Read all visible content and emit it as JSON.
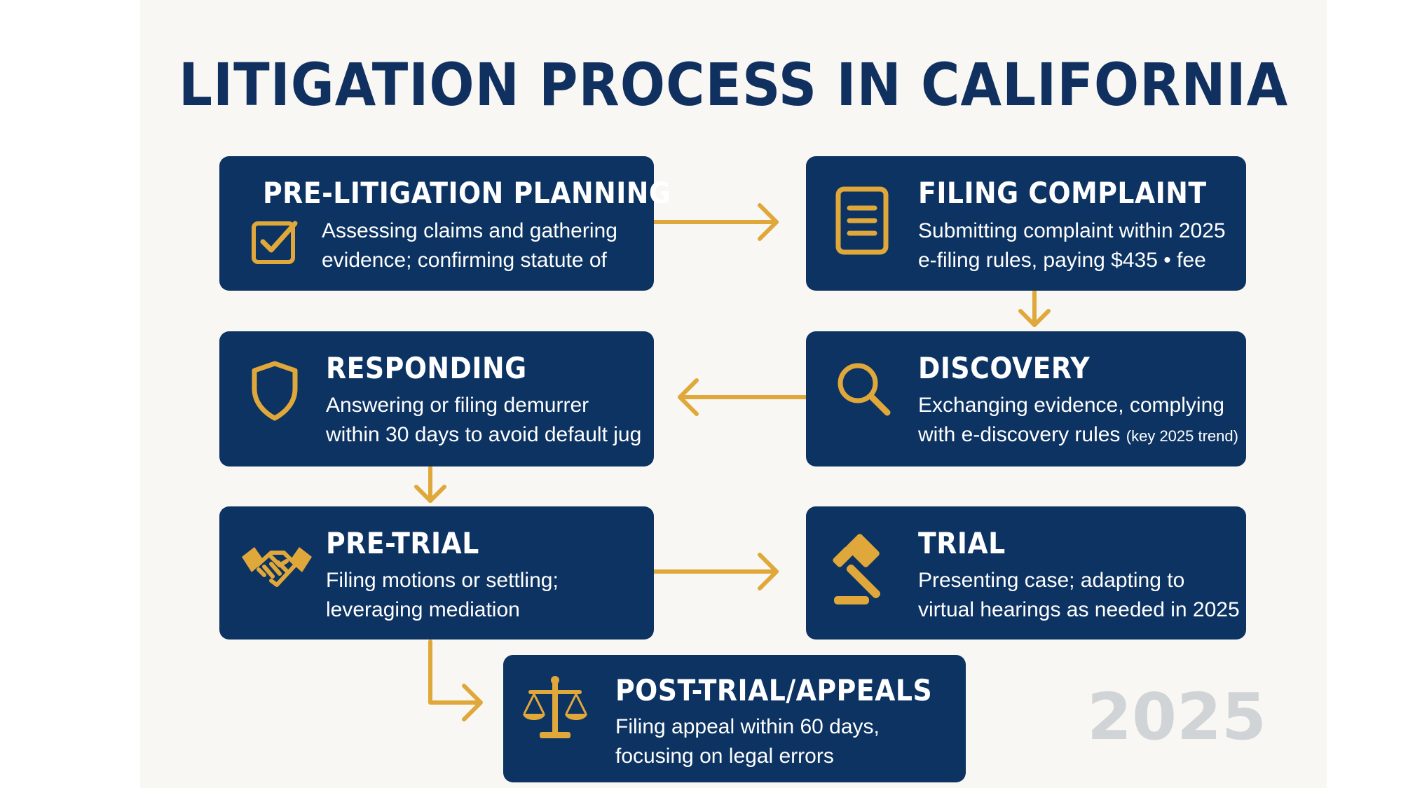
{
  "title": "LITIGATION PROCESS IN CALIFORNIA",
  "watermark": "2025",
  "colors": {
    "box": "#0c3362",
    "accent": "#e0a83a",
    "title": "#10305f",
    "background": "#f8f7f3"
  },
  "steps": [
    {
      "id": "pre-litigation",
      "heading": "PRE-LITIGATION PLANNING",
      "icon": "checkbox-icon",
      "lines": [
        "Assessing claims and gathering",
        "evidence; confirming statute of"
      ]
    },
    {
      "id": "filing-complaint",
      "heading": "FILING COMPLAINT",
      "icon": "document-icon",
      "lines": [
        "Submitting complaint within 2025",
        "e-filing rules, paying $435 • fee"
      ]
    },
    {
      "id": "responding",
      "heading": "RESPONDING",
      "icon": "shield-icon",
      "lines": [
        "Answering or filing demurrer",
        "within 30 days to avoid default jug"
      ]
    },
    {
      "id": "discovery",
      "heading": "DISCOVERY",
      "icon": "magnifier-icon",
      "lines": [
        "Exchanging evidence, complying",
        "with e-discovery rules "
      ],
      "line2_small": "(key 2025 trend)"
    },
    {
      "id": "pre-trial",
      "heading": "PRE-TRIAL",
      "icon": "handshake-icon",
      "lines": [
        "Filing motions or settling;",
        "leveraging mediation"
      ]
    },
    {
      "id": "trial",
      "heading": "TRIAL",
      "icon": "gavel-icon",
      "lines": [
        "Presenting case; adapting to",
        "virtual hearings as needed in 2025"
      ]
    },
    {
      "id": "post-trial",
      "heading": "POST-TRIAL/APPEALS",
      "icon": "scales-icon",
      "lines": [
        "Filing appeal within 60 days,",
        "focusing on legal errors"
      ]
    }
  ]
}
